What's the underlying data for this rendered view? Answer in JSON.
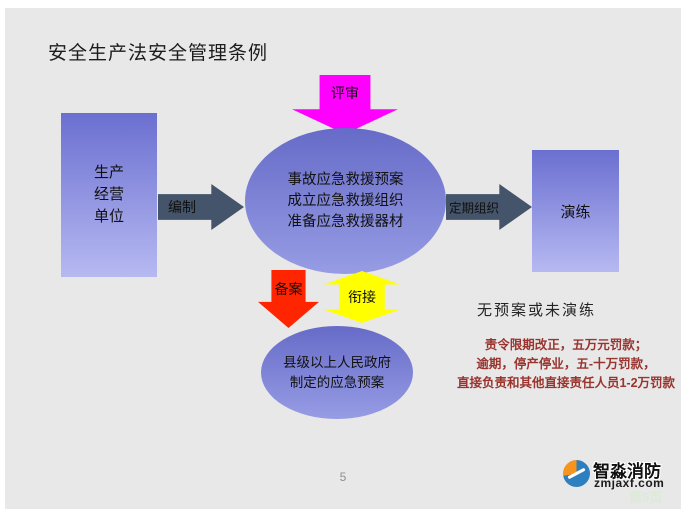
{
  "title": "安全生产法安全管理条例",
  "page_number": "5",
  "flow": {
    "review_label": "评审",
    "producer_lines": [
      "生产",
      "经营",
      "单位"
    ],
    "compile_label": "编制",
    "plan_lines": [
      "事故应急救援预案",
      "成立应急救援组织",
      "准备应急救援器材"
    ],
    "organize_label": "定期组织",
    "drill_label": "演练",
    "filing_label": "备案",
    "link_label": "衔接",
    "gov_lines": [
      "县级以上人民政府",
      "制定的应急预案"
    ]
  },
  "penalty": {
    "heading": "无预案或未演练",
    "lines": [
      "责令限期改正，五万元罚款；",
      "逾期，停产停业，五-十万罚款，",
      "直接负责和其他直接责任人员1-2万罚款"
    ]
  },
  "branding": {
    "logo_text": "智淼消防",
    "logo_domain": "zmjaxf.com",
    "watermark": "第5页"
  },
  "colors": {
    "slide_bg": "#e8e8e8",
    "shape_gradient_top": "#6b6fd0",
    "shape_gradient_bottom": "#b6b9f1",
    "dark_arrow": "#44546a",
    "review_arrow": "#ff00ff",
    "filing_arrow": "#fe2500",
    "link_arrow": "#ffff00",
    "penalty_text": "#99342e"
  }
}
